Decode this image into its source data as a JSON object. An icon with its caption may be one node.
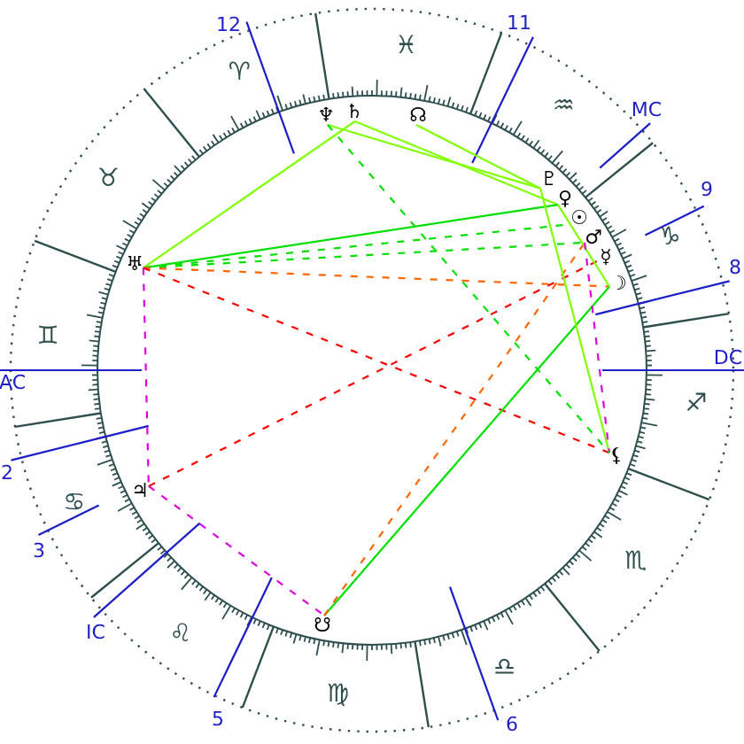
{
  "diagram": {
    "nodes": [
      {
        "text": [
          "♆"
        ]
      },
      {
        "text": [
          "♄"
        ]
      },
      {
        "text": [
          "☊"
        ]
      },
      {
        "text": [
          "♇"
        ]
      },
      {
        "text": [
          "♀"
        ]
      },
      {
        "text": [
          "☉"
        ]
      },
      {
        "text": [
          "♂"
        ]
      },
      {
        "text": [
          "☿"
        ]
      },
      {
        "text": [
          "♅"
        ]
      },
      {
        "text": [
          "☽"
        ]
      },
      {
        "text": [
          "⚸"
        ]
      },
      {
        "text": [
          "♃"
        ]
      },
      {
        "text": [
          "☋"
        ]
      }
    ],
    "edges": [
      {
        "from": 8,
        "to": 1,
        "arrow": "none"
      },
      {
        "from": 0,
        "to": 3,
        "arrow": "none"
      },
      {
        "from": 1,
        "to": 4,
        "arrow": "none"
      },
      {
        "from": 2,
        "to": 3,
        "arrow": "none"
      },
      {
        "from": 8,
        "to": 4,
        "arrow": "none",
        "color": "#00e000"
      },
      {
        "from": 8,
        "to": 5,
        "arrow": "none",
        "style": "dashed",
        "color": "#00e000"
      },
      {
        "from": 8,
        "to": 6,
        "arrow": "none",
        "style": "dashed",
        "color": "#00e000"
      },
      {
        "from": 8,
        "to": 9,
        "arrow": "none",
        "style": "dashed",
        "color": "#ff6600"
      },
      {
        "from": 8,
        "to": 10,
        "arrow": "none",
        "style": "dashed",
        "color": "#ff0000"
      },
      {
        "from": 8,
        "to": 11,
        "arrow": "none",
        "style": "dashed",
        "color": "#dd00dd"
      },
      {
        "from": 11,
        "to": 12,
        "arrow": "none",
        "style": "dashed",
        "color": "#dd00dd"
      },
      {
        "from": 11,
        "to": 7,
        "arrow": "none",
        "style": "dashed",
        "color": "#ff0000"
      },
      {
        "from": 12,
        "to": 9,
        "arrow": "none",
        "color": "#00e000"
      },
      {
        "from": 12,
        "to": 6,
        "arrow": "none",
        "style": "dashed",
        "color": "#ff6600"
      },
      {
        "from": 3,
        "to": 10,
        "arrow": "none"
      },
      {
        "from": 4,
        "to": 9,
        "arrow": "none"
      },
      {
        "from": 6,
        "to": 10,
        "arrow": "none",
        "style": "dashed",
        "color": "#dd00dd"
      },
      {
        "from": 0,
        "to": 10,
        "arrow": "none",
        "style": "dashed",
        "color": "#00e000"
      }
    ],
    "labels": [
      "AC",
      "2",
      "3",
      "IC",
      "5",
      "6",
      "DC",
      "8",
      "9",
      "MC",
      "11",
      "12",
      "♈",
      "♉",
      "♊",
      "♋",
      "♌",
      "♍",
      "♎",
      "♏",
      "♐",
      "♑",
      "♒",
      "♓"
    ]
  }
}
